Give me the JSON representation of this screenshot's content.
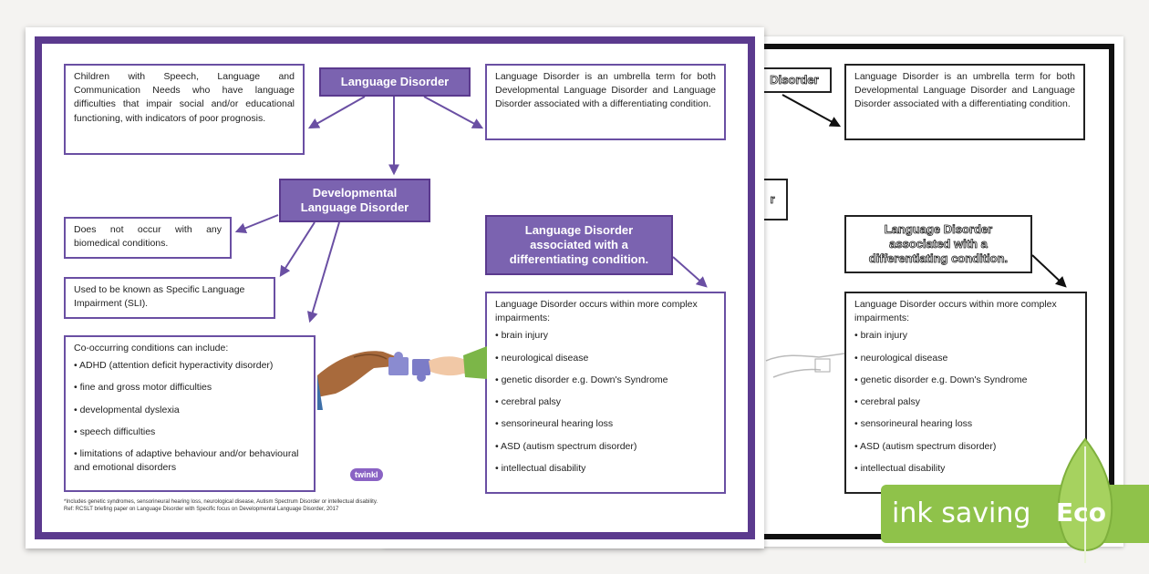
{
  "colors": {
    "purple_frame": "#5b3a8e",
    "purple_fill": "#7b63b0",
    "eco_green": "#8fc24a",
    "black_frame": "#111111"
  },
  "front": {
    "title_main": "Language Disorder",
    "intro_left": "Children with Speech, Language and Communication Needs who have language difficulties that impair social and/or educational functioning, with indicators of poor prognosis.",
    "intro_right": "Language Disorder is an umbrella term for both Developmental Language Disorder and Language Disorder associated with a differentiating condition.",
    "title_dld_line1": "Developmental",
    "title_dld_line2": "Language Disorder",
    "dld_note1": "Does not occur with any biomedical conditions.",
    "dld_note2": "Used to be known as Specific Language Impairment (SLI).",
    "cooccurring_heading": "Co-occurring conditions can include:",
    "cooccurring_items": [
      "ADHD (attention deficit hyperactivity disorder)",
      "fine and gross motor difficulties",
      "developmental dyslexia",
      "speech difficulties",
      "limitations of adaptive behaviour and/or behavioural and emotional disorders"
    ],
    "title_assoc_line1": "Language Disorder",
    "title_assoc_line2": "associated with a",
    "title_assoc_line3": "differentiating condition.",
    "assoc_heading": "Language Disorder occurs within more complex impairments:",
    "assoc_items": [
      "brain injury",
      "neurological disease",
      "genetic disorder e.g. Down's Syndrome",
      "cerebral palsy",
      "sensorineural hearing loss",
      "ASD (autism spectrum disorder)",
      "intellectual disability"
    ],
    "brand": "twinkl",
    "footnote_line1": "*Includes genetic syndromes, sensorineural hearing loss, neurological disease, Autism Spectrum Disorder or intellectual disability.",
    "footnote_line2": "Ref: RCSLT briefing paper on Language Disorder with Specific focus on Developmental Language Disorder, 2017"
  },
  "back": {
    "title_main_partial": "Disorder",
    "intro_right": "Language Disorder is an umbrella term for both Developmental Language Disorder and Language Disorder associated with a differentiating condition.",
    "title_dld_partial": "r",
    "title_assoc_line1": "Language Disorder",
    "title_assoc_line2": "associated with a",
    "title_assoc_line3": "differentiating condition.",
    "assoc_heading": "Language Disorder occurs within more complex impairments:",
    "assoc_items": [
      "brain injury",
      "neurological disease",
      "genetic disorder e.g. Down's Syndrome",
      "cerebral palsy",
      "sensorineural hearing loss",
      "ASD (autism spectrum disorder)",
      "intellectual disability"
    ]
  },
  "badge": {
    "label": "ink saving",
    "eco": "Eco",
    "icon": "leaf-icon"
  }
}
